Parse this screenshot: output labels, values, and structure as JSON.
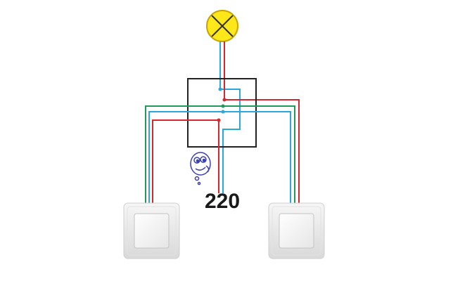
{
  "diagram": {
    "voltage_label": "220",
    "colors": {
      "live": "#d9262c",
      "neutral": "#2aa7dc",
      "traveler": "#1f9a5a",
      "box": "#222222",
      "lamp_fill": "#ffe81a",
      "lamp_stroke": "#c9a400",
      "switch_plate": "#ececec",
      "switch_button": "#f7f7f7",
      "mascot": "#3b3fb3"
    },
    "icons": [
      "lamp-icon",
      "junction-box",
      "light-switch-left",
      "light-switch-right",
      "thinking-face-icon"
    ]
  }
}
